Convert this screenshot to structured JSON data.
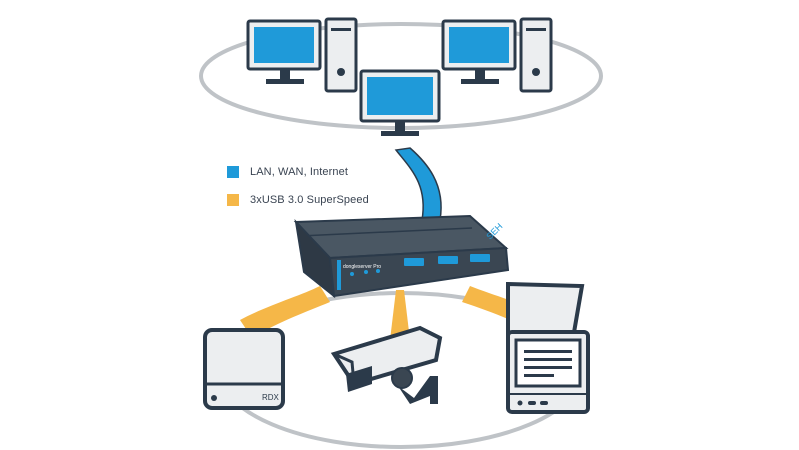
{
  "legend": [
    {
      "label": "LAN, WAN, Internet",
      "color": "#1f9ad9"
    },
    {
      "label": "3xUSB 3.0 SuperSpeed",
      "color": "#f5b748"
    }
  ],
  "devices": {
    "hub_brand": "SEH",
    "hub_model_label": "dongleserver Pro",
    "drive_label": "RDX"
  },
  "colors": {
    "outline": "#2b3a4a",
    "ring": "#bfc3c7",
    "screen_blue": "#1f9ad9",
    "usb_orange": "#f5b748",
    "device_light": "#eceef0",
    "hub_body": "#3a4652",
    "hub_top": "#4a5763"
  }
}
